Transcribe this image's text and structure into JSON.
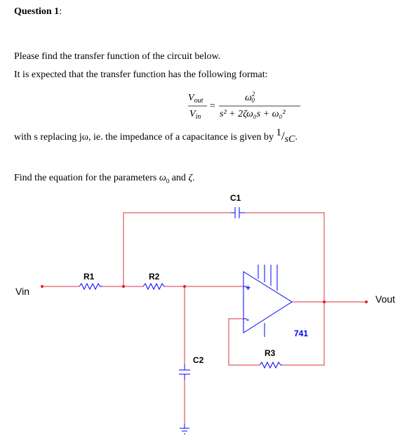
{
  "question": {
    "title": "Question 1",
    "colon": ":"
  },
  "text": {
    "line1": "Please find the transfer function of the circuit below.",
    "line2": "It is expected that the transfer function has the following format:",
    "line3_pre": "with s replacing jω, ie. the impedance of a capacitance is given by ",
    "line3_num": "1",
    "line3_slash": "/",
    "line3_den": "sC",
    "line3_post": ".",
    "line4_pre": "Find the equation for the parameters ",
    "line4_w": "ω",
    "line4_w_sub": "0",
    "line4_and": " and ",
    "line4_z": "ζ",
    "line4_end": "."
  },
  "equation": {
    "lhs_num": "V",
    "lhs_num_sub": "out",
    "lhs_den": "V",
    "lhs_den_sub": "in",
    "equals": "=",
    "rhs_num": "ω",
    "rhs_num_sub": "0",
    "rhs_num_sup": "2",
    "rhs_den": "s² + 2ζω₀s + ω₀²"
  },
  "circuit": {
    "labels": {
      "c1": "C1",
      "r1": "R1",
      "r2": "R2",
      "c2": "C2",
      "r3": "R3",
      "opamp": "741",
      "vin": "Vin",
      "vout": "Vout",
      "plus": "+",
      "minus": "-"
    },
    "colors": {
      "wire": "#d9333c",
      "component": "#0000ff",
      "node": "#e02020"
    }
  }
}
